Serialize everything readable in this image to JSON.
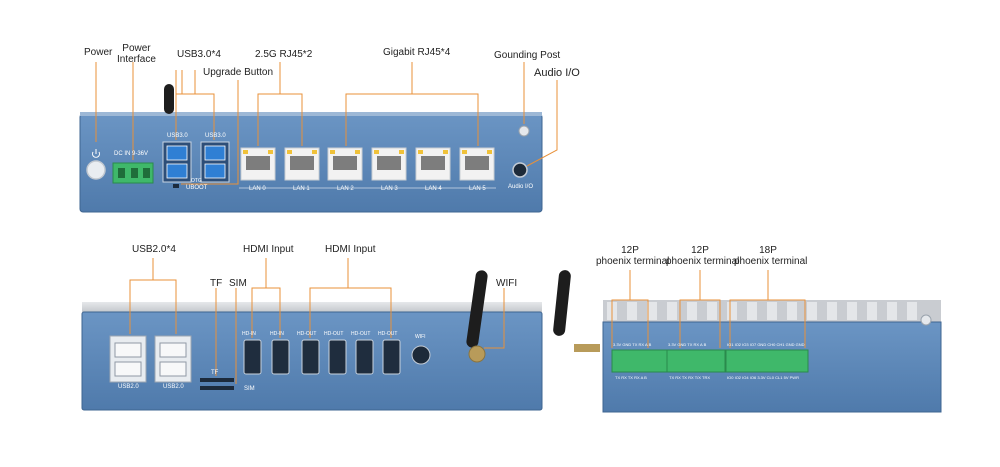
{
  "front_panel": {
    "callouts": {
      "power": "Power",
      "power_interface": [
        "Power",
        "Interface"
      ],
      "usb30": "USB3.0*4",
      "upgrade": "Upgrade Button",
      "rj45_25g": "2.5G RJ45*2",
      "rj45_gbe": "Gigabit RJ45*4",
      "grounding": "Gounding Post",
      "audio": "Audio I/O"
    },
    "panel_text": {
      "dc_in": "DC IN 9-36V",
      "usb_a": "USB3.0",
      "usb_b": "USB3.0",
      "otg": "OTG",
      "uboot": "UBOOT",
      "lan": [
        "LAN 0",
        "LAN 1",
        "LAN 2",
        "LAN 3",
        "LAN 4",
        "LAN 5"
      ],
      "audio": "Audio I/O"
    }
  },
  "rear_panel": {
    "callouts": {
      "usb20": "USB2.0*4",
      "hdmi_in": "HDMI Input",
      "hdmi_out": "HDMI Input",
      "tf": "TF",
      "sim": "SIM",
      "wifi": "WIFI"
    },
    "panel_text": {
      "usb_a": "USB2.0",
      "usb_b": "USB2.0",
      "tf": "TF",
      "sim": "SIM",
      "hdmi": [
        "HD-IN",
        "HD-IN",
        "HD-OUT",
        "HD-OUT",
        "HD-OUT",
        "HD-OUT"
      ],
      "wifi": "WIFI"
    }
  },
  "side_panel": {
    "callouts": {
      "term1": [
        "12P",
        "phoenix terminal"
      ],
      "term2": [
        "12P",
        "phoenix terminal"
      ],
      "term3": [
        "18P",
        "phoenix terminal"
      ]
    },
    "pins_top": {
      "t1": [
        "3.3V",
        "GND",
        "TX",
        "RX",
        "A",
        "B"
      ],
      "t2": [
        "3.3V",
        "GND",
        "TX",
        "RX",
        "A",
        "B"
      ],
      "t3": [
        "IO1",
        "IO2",
        "IO3",
        "IO7",
        "GND",
        "CH0",
        "CH1",
        "GND",
        "GND"
      ]
    },
    "pins_bottom": {
      "t1": [
        "TX",
        "RX",
        "TX",
        "RX",
        "A",
        "B"
      ],
      "t2": [
        "TX",
        "RX",
        "TX",
        "RX",
        "T/X",
        "TRX"
      ],
      "t3": [
        "IO0",
        "IO2",
        "IO4",
        "IO6",
        "3.3V",
        "CL0",
        "CL1",
        "5V",
        "PWR"
      ]
    }
  },
  "colors": {
    "panel_blue": "#5b86b8",
    "panel_dark": "#3e6591",
    "leader_orange": "#e8913a",
    "terminal_green": "#3fb86a",
    "fin_gray": "#c9ccd1"
  }
}
